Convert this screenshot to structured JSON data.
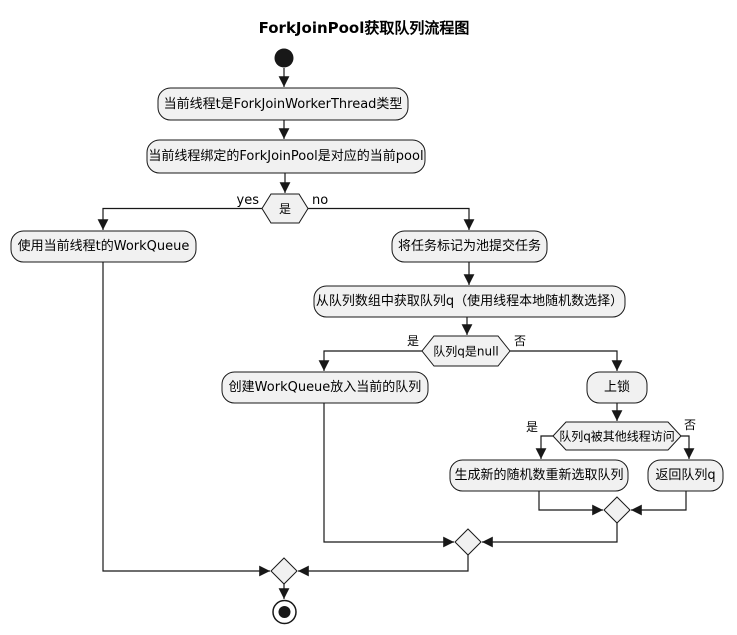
{
  "title": "ForkJoinPool获取队列流程图",
  "activities": {
    "check_thread_type": "当前线程t是ForkJoinWorkerThread类型",
    "bind_pool": "当前线程绑定的ForkJoinPool是对应的当前pool",
    "use_workqueue": "使用当前线程t的WorkQueue",
    "mark_task": "将任务标记为池提交任务",
    "get_queue": "从队列数组中获取队列q（使用线程本地随机数选择）",
    "create_workqueue": "创建WorkQueue放入当前的队列",
    "lock": "上锁",
    "regen_random": "生成新的随机数重新选取队列",
    "return_queue": "返回队列q"
  },
  "decisions": {
    "is_worker_thread": "是",
    "queue_is_null": "队列q是null",
    "queue_accessed": "队列q被其他线程访问"
  },
  "edge_labels": {
    "yes_en": "yes",
    "no_en": "no",
    "yes_zh_null": "是",
    "no_zh_null": "否",
    "yes_zh_accessed": "是",
    "no_zh_accessed": "否"
  },
  "colors": {
    "background": "#FFFFFF",
    "node_fill": "#F1F1F1",
    "node_border": "#181818",
    "line": "#181818",
    "text": "#000000"
  }
}
